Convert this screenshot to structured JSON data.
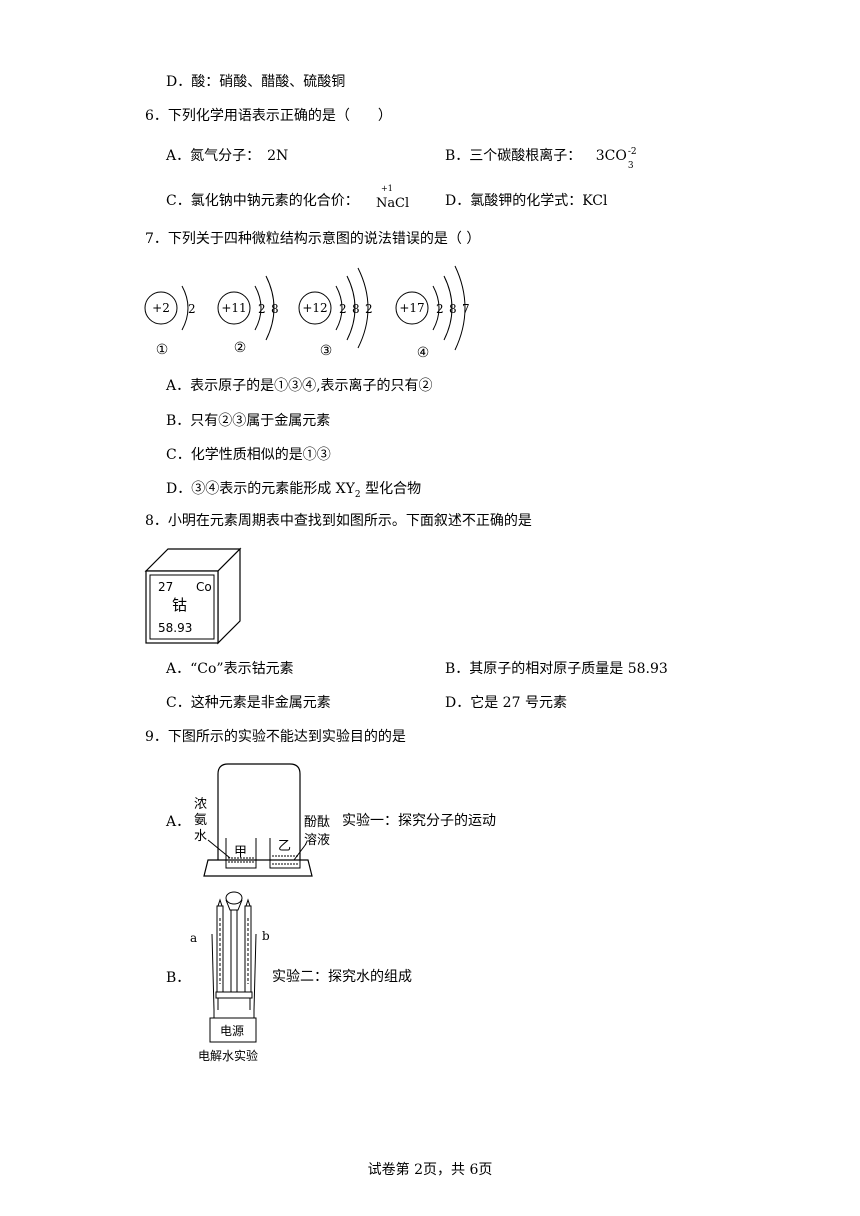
{
  "q5": {
    "optD": "D．酸：硝酸、醋酸、硫酸铜"
  },
  "q6": {
    "stem": "6．下列化学用语表示正确的是（　　）",
    "optA": "A．氮气分子：　2N",
    "optB_label": "B．三个碳酸根离子：",
    "optB_coef": "3CO",
    "optB_sub": "3",
    "optB_sup": "-2",
    "optC_label": "C．氯化钠中钠元素的化合价：",
    "optC_valence": "+1",
    "optC_formula_na": "Na",
    "optC_formula_cl": "Cl",
    "optD": "D．氯酸钾的化学式：KCl"
  },
  "q7": {
    "stem": "7．下列关于四种微粒结构示意图的说法错误的是（ ）",
    "diagrams": [
      {
        "nucleus": "+2",
        "shells": [
          "2"
        ],
        "label": "①"
      },
      {
        "nucleus": "+11",
        "shells": [
          "2",
          "8"
        ],
        "label": "②"
      },
      {
        "nucleus": "+12",
        "shells": [
          "2",
          "8",
          "2"
        ],
        "label": "③"
      },
      {
        "nucleus": "+17",
        "shells": [
          "2",
          "8",
          "7"
        ],
        "label": "④"
      }
    ],
    "optA": "A．表示原子的是①③④,表示离子的只有②",
    "optB": "B．只有②③属于金属元素",
    "optC": "C．化学性质相似的是①③",
    "optD_pre": "D．③④表示的元素能形成 XY",
    "optD_sub": "2",
    "optD_post": " 型化合物"
  },
  "q8": {
    "stem": "8．小明在元素周期表中查找到如图所示。下面叙述不正确的是",
    "tile": {
      "number": "27",
      "symbol": "Co",
      "name": "钴",
      "mass": "58.93"
    },
    "optA": "A．“Co”表示钴元素",
    "optB": "B．其原子的相对原子质量是 58.93",
    "optC": "C．这种元素是非金属元素",
    "optD": "D．它是 27 号元素"
  },
  "q9": {
    "stem": "9．下图所示的实验不能达到实验目的的是",
    "optA_label": "A．",
    "expA": {
      "left_label": [
        "浓",
        "氨",
        "水"
      ],
      "right_label": [
        "酚酞",
        "溶液"
      ],
      "beaker1": "甲",
      "beaker2": "乙",
      "caption": "实验一：探究分子的运动"
    },
    "optB_label": "B．",
    "expB": {
      "tube_a": "a",
      "tube_b": "b",
      "power": "电源",
      "below": "电解水实验",
      "caption": "实验二：探究水的组成"
    }
  },
  "footer": "试卷第 2页，共 6页"
}
